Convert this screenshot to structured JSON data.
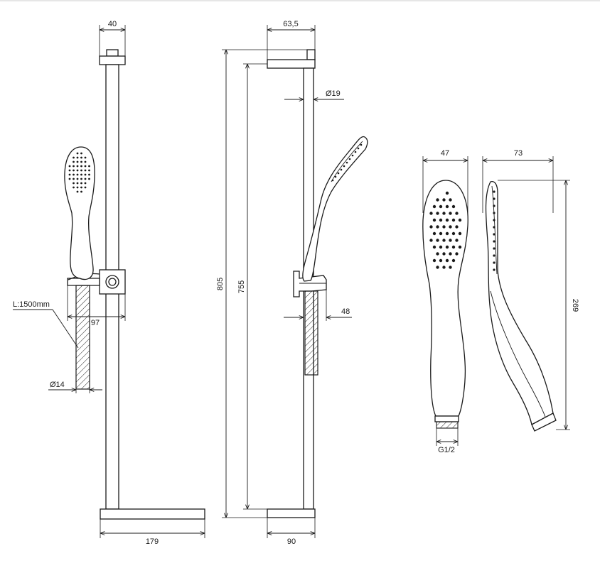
{
  "dimensions": {
    "top_width_front": "40",
    "top_width_side": "63,5",
    "total_height": "805",
    "rail_height": "755",
    "bar_diameter": "Ø19",
    "holder_projection": "97",
    "hose_length": "L:1500mm",
    "hose_diameter": "Ø14",
    "holder_depth": "48",
    "base_width_front": "179",
    "base_width_side": "90",
    "head_width": "47",
    "head_depth": "73",
    "head_length": "269",
    "thread": "G1/2"
  },
  "colors": {
    "line": "#1a1a1a",
    "background": "#ffffff"
  }
}
